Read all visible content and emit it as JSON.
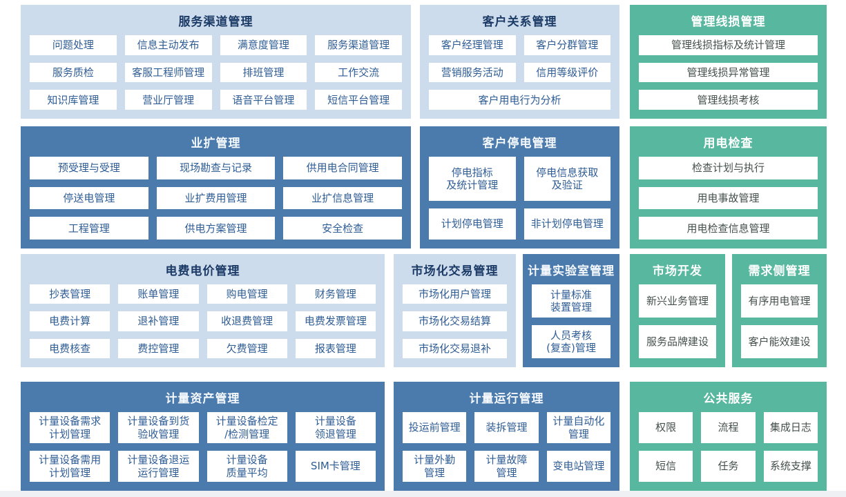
{
  "page": {
    "background": "#ffffff",
    "footer_strip_color": "#eef0f3"
  },
  "colors": {
    "light_blue_bg": "#cddcec",
    "light_blue_title": "#1b3b66",
    "blue_bg": "#4b7aad",
    "blue_title": "#f4f8fc",
    "green_bg": "#58b79f",
    "green_title": "#ffffff",
    "card_bg": "#ffffff",
    "card_text_blue": "#2e5c95",
    "card_text_green": "#45504d"
  },
  "blocks": [
    {
      "name": "block-service-channel-mgmt",
      "theme": "light",
      "title": "服务渠道管理",
      "items": [
        {
          "label": "问题处理"
        },
        {
          "label": "信息主动发布"
        },
        {
          "label": "满意度管理"
        },
        {
          "label": "服务渠道管理"
        },
        {
          "label": "服务质检"
        },
        {
          "label": "客服工程师管理"
        },
        {
          "label": "排班管理"
        },
        {
          "label": "工作交流"
        },
        {
          "label": "知识库管理"
        },
        {
          "label": "营业厅管理"
        },
        {
          "label": "语音平台管理"
        },
        {
          "label": "短信平台管理"
        }
      ]
    },
    {
      "name": "block-customer-relation-mgmt",
      "theme": "light",
      "title": "客户关系管理",
      "items": [
        {
          "label": "客户经理管理"
        },
        {
          "label": "客户分群管理"
        },
        {
          "label": "营销服务活动"
        },
        {
          "label": "信用等级评价"
        },
        {
          "label": "客户用电行为分析",
          "span": 2
        }
      ]
    },
    {
      "name": "block-line-loss-mgmt",
      "theme": "green",
      "title": "管理线损管理",
      "items": [
        {
          "label": "管理线损指标及统计管理"
        },
        {
          "label": "管理线损异常管理"
        },
        {
          "label": "管理线损考核"
        }
      ]
    },
    {
      "name": "block-business-expansion-mgmt",
      "theme": "mid",
      "title": "业扩管理",
      "items": [
        {
          "label": "预受理与受理"
        },
        {
          "label": "现场勘查与记录"
        },
        {
          "label": "供用电合同管理"
        },
        {
          "label": "停送电管理"
        },
        {
          "label": "业扩费用管理"
        },
        {
          "label": "业扩信息管理"
        },
        {
          "label": "工程管理"
        },
        {
          "label": "供电方案管理"
        },
        {
          "label": "安全检查"
        }
      ]
    },
    {
      "name": "block-customer-outage-mgmt",
      "theme": "mid",
      "title": "客户停电管理",
      "items": [
        {
          "label": "停电指标\n及统计管理"
        },
        {
          "label": "停电信息获取\n及验证"
        },
        {
          "label": "计划停电管理"
        },
        {
          "label": "非计划停电管理"
        }
      ]
    },
    {
      "name": "block-power-use-inspection",
      "theme": "green",
      "title": "用电检查",
      "items": [
        {
          "label": "检查计划与执行"
        },
        {
          "label": "用电事故管理"
        },
        {
          "label": "用电检查信息管理"
        }
      ]
    },
    {
      "name": "block-electricity-fee-price-mgmt",
      "theme": "light",
      "title": "电费电价管理",
      "items": [
        {
          "label": "抄表管理"
        },
        {
          "label": "账单管理"
        },
        {
          "label": "购电管理"
        },
        {
          "label": "财务管理"
        },
        {
          "label": "电费计算"
        },
        {
          "label": "退补管理"
        },
        {
          "label": "收退费管理"
        },
        {
          "label": "电费发票管理"
        },
        {
          "label": "电费核查"
        },
        {
          "label": "费控管理"
        },
        {
          "label": "欠费管理"
        },
        {
          "label": "报表管理"
        }
      ]
    },
    {
      "name": "block-market-trade-mgmt",
      "theme": "light",
      "title": "市场化交易管理",
      "items": [
        {
          "label": "市场化用户管理"
        },
        {
          "label": "市场化交易结算"
        },
        {
          "label": "市场化交易退补"
        }
      ]
    },
    {
      "name": "block-metering-lab-mgmt",
      "theme": "mid",
      "title": "计量实验室管理",
      "items": [
        {
          "label": "计量标准\n装置管理"
        },
        {
          "label": "人员考核\n(复查)管理"
        }
      ]
    },
    {
      "name": "block-market-development",
      "theme": "green",
      "title": "市场开发",
      "items": [
        {
          "label": "新兴业务管理"
        },
        {
          "label": "服务品牌建设"
        }
      ]
    },
    {
      "name": "block-demand-side-mgmt",
      "theme": "green",
      "title": "需求侧管理",
      "items": [
        {
          "label": "有序用电管理"
        },
        {
          "label": "客户能效建设"
        }
      ]
    },
    {
      "name": "block-metering-asset-mgmt",
      "theme": "mid",
      "title": "计量资产管理",
      "items": [
        {
          "label": "计量设备需求\n计划管理"
        },
        {
          "label": "计量设备到货\n验收管理"
        },
        {
          "label": "计量设备检定\n/检测管理"
        },
        {
          "label": "计量设备\n领退管理"
        },
        {
          "label": "计量设备需用\n计划管理"
        },
        {
          "label": "计量设备退运\n运行管理"
        },
        {
          "label": "计量设备\n质量平均"
        },
        {
          "label": "SIM卡管理"
        }
      ]
    },
    {
      "name": "block-metering-operation-mgmt",
      "theme": "mid",
      "title": "计量运行管理",
      "items": [
        {
          "label": "投运前管理"
        },
        {
          "label": "装拆管理"
        },
        {
          "label": "计量自动化\n管理"
        },
        {
          "label": "计量外勤\n管理"
        },
        {
          "label": "计量故障\n管理"
        },
        {
          "label": "变电站管理"
        }
      ]
    },
    {
      "name": "block-public-services",
      "theme": "green",
      "title": "公共服务",
      "items": [
        {
          "label": "权限"
        },
        {
          "label": "流程"
        },
        {
          "label": "集成日志"
        },
        {
          "label": "短信"
        },
        {
          "label": "任务"
        },
        {
          "label": "系统支撑"
        }
      ]
    }
  ]
}
